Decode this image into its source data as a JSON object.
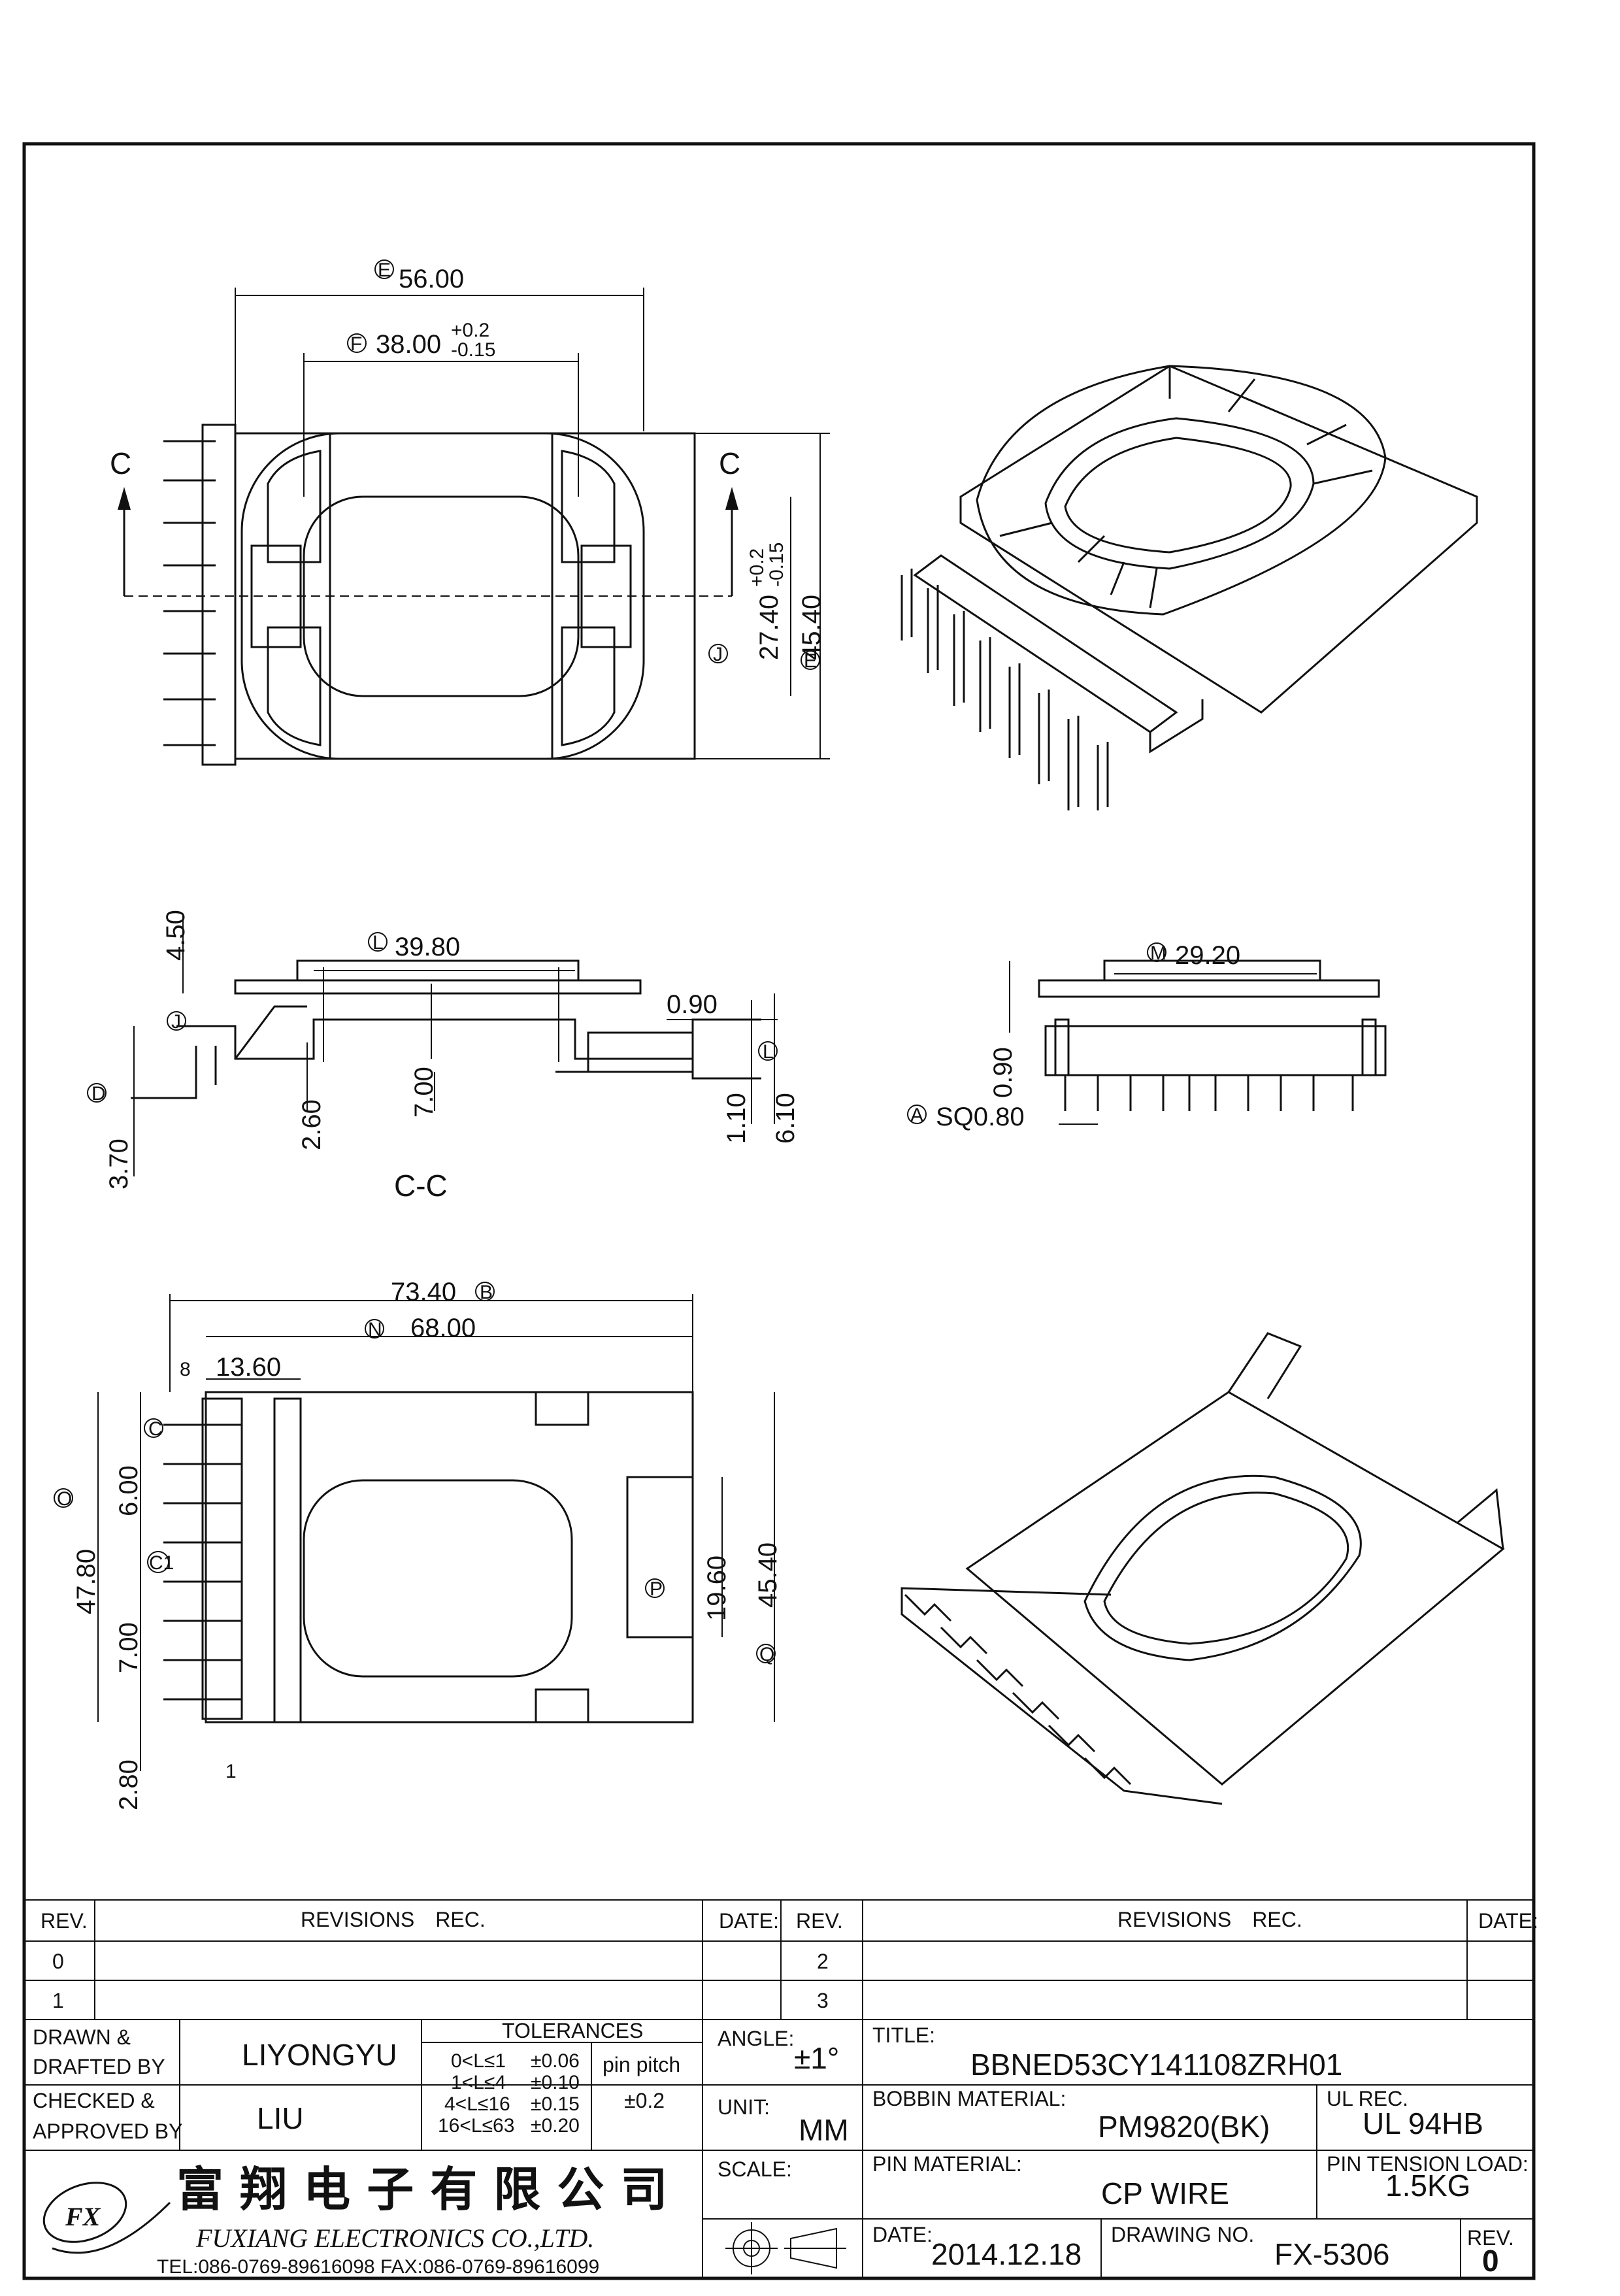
{
  "views": {
    "top": {
      "section_markers": [
        "C",
        "C"
      ],
      "dims": [
        {
          "label": "E",
          "value": "56.00"
        },
        {
          "label": "F",
          "value": "38.00",
          "tol_plus": "+0.2",
          "tol_minus": "-0.15"
        },
        {
          "label": "J",
          "value": "27.40",
          "tol_plus": "+0.2",
          "tol_minus": "-0.15"
        },
        {
          "label": "E",
          "value": "45.40"
        }
      ]
    },
    "section": {
      "title": "C-C",
      "dims": [
        {
          "label": "",
          "value": "4.50"
        },
        {
          "label": "L",
          "value": "39.80"
        },
        {
          "label": "",
          "value": "0.90"
        },
        {
          "label": "J",
          "value": ""
        },
        {
          "label": "L",
          "value": ""
        },
        {
          "label": "D",
          "value": ""
        },
        {
          "label": "",
          "value": "7.00"
        },
        {
          "label": "",
          "value": "2.60"
        },
        {
          "label": "",
          "value": "3.70"
        },
        {
          "label": "",
          "value": "1.10"
        },
        {
          "label": "",
          "value": "6.10"
        }
      ]
    },
    "side": {
      "dims": [
        {
          "label": "M",
          "value": "29.20"
        },
        {
          "label": "",
          "value": "0.90"
        },
        {
          "label": "A",
          "value": "SQ0.80"
        }
      ]
    },
    "bottom": {
      "pin_labels": [
        "8",
        "1"
      ],
      "dims": [
        {
          "label": "B",
          "value": "73.40"
        },
        {
          "label": "N",
          "value": "68.00"
        },
        {
          "label": "",
          "value": "13.60"
        },
        {
          "label": "C",
          "value": ""
        },
        {
          "label": "O",
          "value": "47.80"
        },
        {
          "label": "",
          "value": "6.00"
        },
        {
          "label": "C1",
          "value": ""
        },
        {
          "label": "",
          "value": "7.00"
        },
        {
          "label": "",
          "value": "2.80"
        },
        {
          "label": "P",
          "value": ""
        },
        {
          "label": "",
          "value": "19.60"
        },
        {
          "label": "",
          "value": "45.40"
        },
        {
          "label": "Q",
          "value": ""
        }
      ]
    }
  },
  "title_block": {
    "rev_header": "REV.",
    "revisions_header": "REVISIONS　REC.",
    "date_header": "DATE:",
    "rev_rows_left": [
      "0",
      "1"
    ],
    "rev_rows_right": [
      "2",
      "3"
    ],
    "drawn_label": [
      "DRAWN &",
      "DRAFTED BY"
    ],
    "drawn_by": "LIYONGYU",
    "checked_label": [
      "CHECKED &",
      "APPROVED BY"
    ],
    "checked_by": "LIU",
    "tolerances_header": "TOLERANCES",
    "tolerance_rows": [
      {
        "range": "0<L≤1",
        "tol": "±0.06"
      },
      {
        "range": "1<L≤4",
        "tol": "±0.10"
      },
      {
        "range": "4<L≤16",
        "tol": "±0.15"
      },
      {
        "range": "16<L≤63",
        "tol": "±0.20"
      }
    ],
    "pin_pitch_label": "pin pitch",
    "pin_pitch_value": "±0.2",
    "angle_label": "ANGLE:",
    "angle_value": "±1°",
    "unit_label": "UNIT:",
    "unit_value": "MM",
    "scale_label": "SCALE:",
    "title_label": "TITLE:",
    "title_value": "BBNED53CY141108ZRH01",
    "bobbin_material_label": "BOBBIN MATERIAL:",
    "bobbin_material_value": "PM9820(BK)",
    "ul_rec_label": "UL REC.",
    "ul_rec_value": "UL 94HB",
    "pin_material_label": "PIN MATERIAL:",
    "pin_material_value": "CP WIRE",
    "pin_tension_label": "PIN TENSION LOAD:",
    "pin_tension_value": "1.5KG",
    "date_label": "DATE:",
    "date_value": "2014.12.18",
    "drawing_no_label": "DRAWING NO.",
    "drawing_no_value": "FX-5306",
    "rev_label": "REV.",
    "rev_value": "0",
    "company_cn": "富 翔 电 子 有 限 公 司",
    "company_en": "FUXIANG  ELECTRONICS CO.,LTD.",
    "contact": "TEL:086-0769-89616098   FAX:086-0769-89616099",
    "logo_text": "FX"
  }
}
